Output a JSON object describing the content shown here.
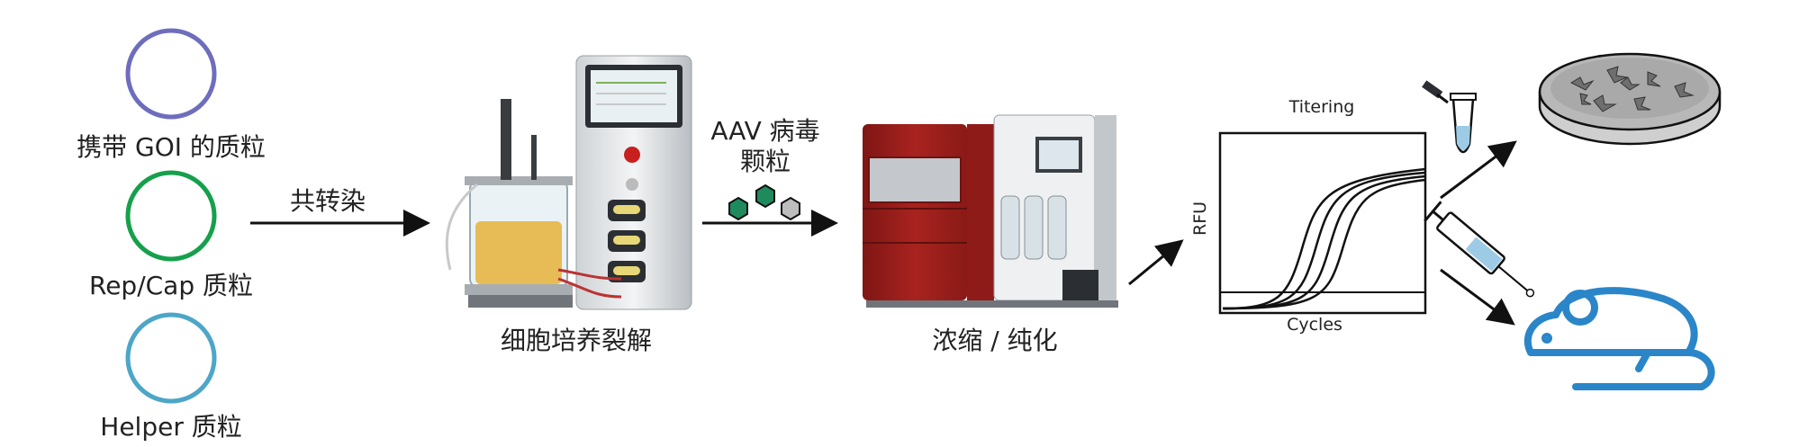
{
  "plasmids": [
    {
      "label": "携带 GOI 的质粒",
      "color": "#6e6dbd"
    },
    {
      "label": "Rep/Cap 质粒",
      "color": "#16a04c"
    },
    {
      "label": "Helper 质粒",
      "color": "#4da6c8"
    }
  ],
  "steps": {
    "cotransfection": "共转染",
    "cell_culture": "细胞培养裂解",
    "aav_line1": "AAV 病毒",
    "aav_line2": "颗粒",
    "purification": "浓缩 / 纯化"
  },
  "titer_plot": {
    "title": "Titering",
    "xlabel": "Cycles",
    "ylabel": "RFU"
  },
  "colors": {
    "arrow": "#111111",
    "hexagon_green": "#1f8a5e",
    "hexagon_gray": "#bdbdbd",
    "mouse": "#2a86c8",
    "instrument_red": "#a3211f"
  },
  "icons": [
    "pipette-tube-icon",
    "petri-dish-icon",
    "syringe-icon",
    "mouse-icon",
    "bioreactor-image",
    "chromatography-system-image"
  ]
}
